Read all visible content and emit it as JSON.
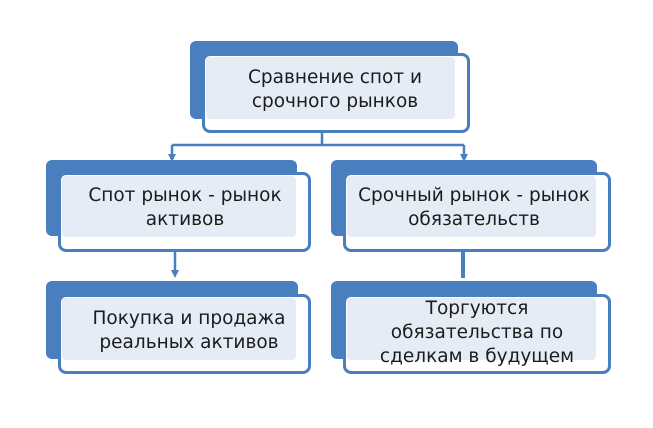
{
  "nodes": {
    "root": "Сравнение спот и срочного рынков",
    "left_level1": "Спот рынок - рынок активов",
    "right_level1": "Срочный рынок - рынок обязательств",
    "left_level2": "Покупка и продажа реальных активов",
    "right_level2": "Торгуются обязательства по сделкам в будущем"
  },
  "colors": {
    "accent": "#4a7fbf",
    "inner_fill": "#e5ecf6",
    "text": "#1c1c1c"
  }
}
